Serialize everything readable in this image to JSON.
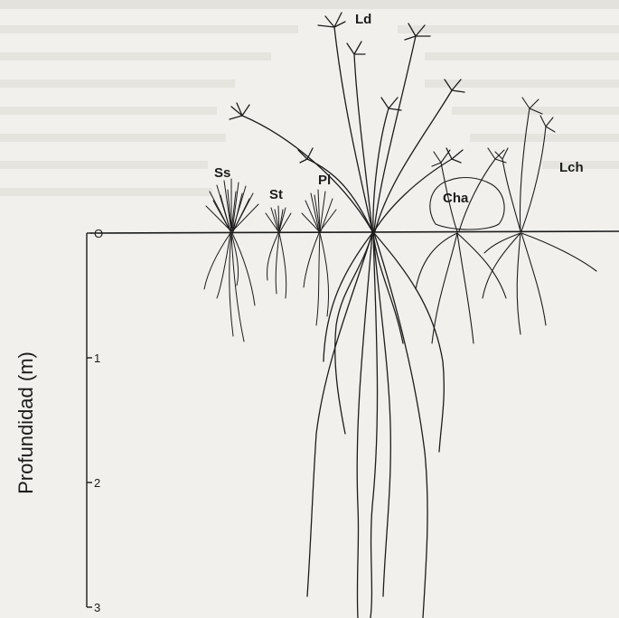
{
  "axis": {
    "title": "Profundidad (m)",
    "ticks": [
      {
        "value": 0,
        "label": "O"
      },
      {
        "value": 1,
        "label": "1"
      },
      {
        "value": 2,
        "label": "2"
      },
      {
        "value": 3,
        "label": "3"
      }
    ]
  },
  "plants": [
    {
      "id": "Ss",
      "label": "Ss"
    },
    {
      "id": "St",
      "label": "St"
    },
    {
      "id": "Pl",
      "label": "Pl"
    },
    {
      "id": "Ld",
      "label": "Ld"
    },
    {
      "id": "Cha",
      "label": "Cha"
    },
    {
      "id": "Lch",
      "label": "Lch"
    }
  ],
  "colors": {
    "ink": "#1c1c1c",
    "paper": "#f1f0ec",
    "faded_text": "#9a9a96"
  }
}
